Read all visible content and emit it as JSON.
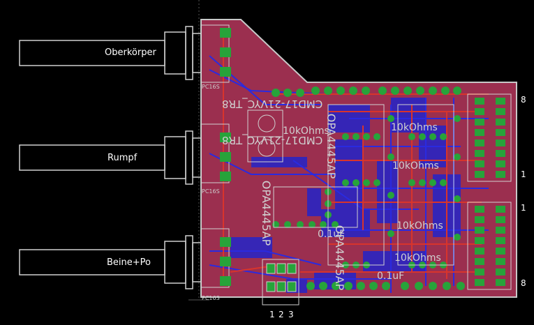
{
  "board": {
    "knob_labels": [
      "Oberkörper",
      "Rumpf",
      "Beine+Po"
    ],
    "part_label": "PC16S",
    "header_top_pin_first": "8",
    "header_top_pin_last": "1",
    "header_bottom_pin_first": "1",
    "header_bottom_pin_last": "8",
    "bottom_pins": [
      "1",
      "2",
      "3"
    ],
    "silkscreen": {
      "opamp_vertical_1": "OPA4445AP",
      "opamp_vertical_2": "OPA4445AP",
      "opamp_vertical_3": "OPA4445AP",
      "cap_label": "CMD17-21VYC_TR8",
      "resistor": "10kOhms",
      "cap_value": "0.1uF"
    }
  },
  "colors": {
    "background": "#000000",
    "board_fill": "#9b2f4f",
    "board_outline": "#c8c8c8",
    "pad_green": "#27a33a",
    "bottom_copper": "#2424c8",
    "silk": "#d0d0d0"
  }
}
